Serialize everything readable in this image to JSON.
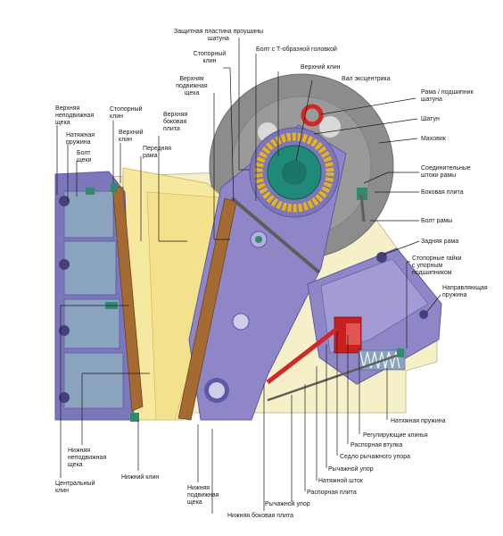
{
  "colors": {
    "plate": "#f6f0c9",
    "frame_yellow": "#f7e8a0",
    "purple": "#8e86c7",
    "purple_dark": "#5f58a6",
    "blue_jaw": "#8aa4bf",
    "flywheel": "#8c8c8c",
    "bearing": "#e7b21a",
    "shaft": "#1f8a7a",
    "red": "#d22727",
    "brown": "#8a5a2c",
    "leader": "#1a1a1a"
  },
  "labels": {
    "upper_pitman_protection_plate": [
      "Защитная пластина проушины",
      "шатуна"
    ],
    "t_head_bolt": [
      "Болт с Т-образной головкой"
    ],
    "retaining_wedge_top": [
      "Стопорный",
      "клин"
    ],
    "upper_wedge_top": [
      "Верхний клин"
    ],
    "eccentric_shaft": [
      "Вал эксцентрика"
    ],
    "upper_movable_jaw": [
      "Верхняя",
      "подвижная",
      "щека"
    ],
    "frame_bearing": [
      "Рама / подшипник",
      "шатуна"
    ],
    "pitman": [
      "Шатун"
    ],
    "flywheel": [
      "Маховик"
    ],
    "upper_fixed_jaw": [
      "Верхняя",
      "неподвижная",
      "щека"
    ],
    "tension_spring_left": [
      "Натяжная",
      "пружина"
    ],
    "jaw_bolt": [
      "Болт",
      "щеки"
    ],
    "retaining_wedge_left": [
      "Стопорный",
      "клин"
    ],
    "upper_wedge_left": [
      "Верхний",
      "клин"
    ],
    "upper_side_plate": [
      "Верхняя",
      "боковая",
      "плита"
    ],
    "front_frame": [
      "Передняя",
      "рама"
    ],
    "frame_connecting_rods": [
      "Соединительные",
      "штоки рамы"
    ],
    "side_plate": [
      "Боковая плита"
    ],
    "frame_bolt": [
      "Болт рамы"
    ],
    "rear_frame": [
      "Задняя рама"
    ],
    "lock_nuts_bearing": [
      "Стопорные гайки",
      "с упорным",
      "подшипником"
    ],
    "guide_spring": [
      "Направляющая",
      "пружина"
    ],
    "tension_spring_right": [
      "Натяжная пружина"
    ],
    "adjusting_wedges": [
      "Регулирующие клинья"
    ],
    "toggle_bushing": [
      "Распорная втулка"
    ],
    "toggle_seat": [
      "Седло рычажного упора"
    ],
    "toggle_block": [
      "Рычажной упор"
    ],
    "tension_rod": [
      "Натяжной шток"
    ],
    "toggle_plate": [
      "Распорная плита"
    ],
    "toggle_stop": [
      "Рычажной упор"
    ],
    "lower_side_plate": [
      "Нижняя боковая плита"
    ],
    "lower_movable_jaw": [
      "Нижняя",
      "подвижная",
      "щека"
    ],
    "lower_wedge": [
      "Нижний клин"
    ],
    "lower_fixed_jaw": [
      "Нижняя",
      "неподвижная",
      "щека"
    ],
    "center_wedge": [
      "Центральный",
      "клин"
    ]
  }
}
